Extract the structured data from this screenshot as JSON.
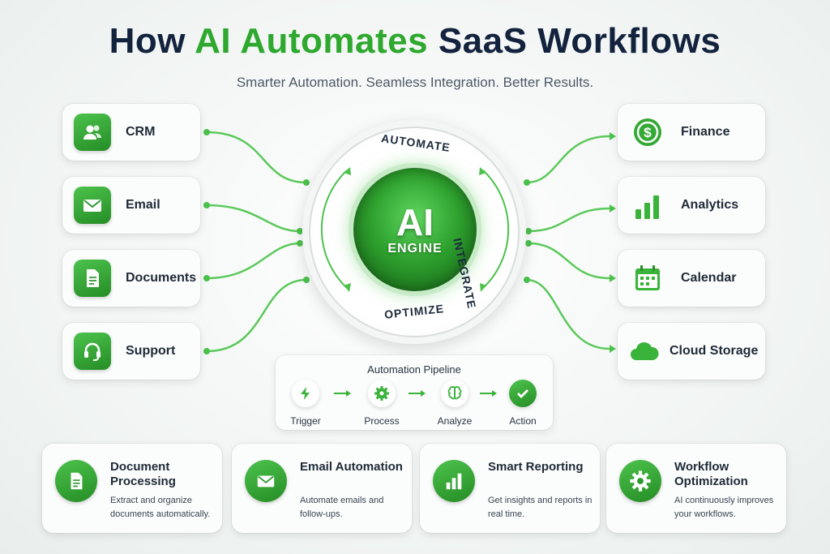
{
  "header": {
    "title_prefix": "How",
    "title_accent": "AI Automates",
    "title_suffix": "SaaS Workflows",
    "subtitle": "Smarter Automation. Seamless Integration. Better Results."
  },
  "colors": {
    "accent": "#2ea82e",
    "title": "#13233d"
  },
  "left_sources": [
    {
      "label": "CRM",
      "icon": "users-icon"
    },
    {
      "label": "Email",
      "icon": "mail-icon"
    },
    {
      "label": "Documents",
      "icon": "document-icon"
    },
    {
      "label": "Support",
      "icon": "headset-icon"
    }
  ],
  "right_targets": [
    {
      "label": "Finance",
      "icon": "dollar-icon"
    },
    {
      "label": "Analytics",
      "icon": "bar-chart-icon"
    },
    {
      "label": "Calendar",
      "icon": "calendar-icon"
    },
    {
      "label": "Cloud Storage",
      "icon": "cloud-icon"
    }
  ],
  "engine": {
    "core_big": "AI",
    "core_small": "ENGINE",
    "ring_words": [
      "AUTOMATE",
      "INTEGRATE",
      "OPTIMIZE"
    ]
  },
  "pipeline": {
    "title": "Automation Pipeline",
    "steps": [
      {
        "label": "Trigger",
        "icon": "lightning-icon"
      },
      {
        "label": "Process",
        "icon": "gear-icon"
      },
      {
        "label": "Analyze",
        "icon": "brain-icon"
      },
      {
        "label": "Action",
        "icon": "check-icon"
      }
    ]
  },
  "features": [
    {
      "title": "Document Processing",
      "desc": "Extract and organize documents automatically.",
      "icon": "document-icon"
    },
    {
      "title": "Email Automation",
      "desc": "Automate emails and follow-ups.",
      "icon": "mail-icon"
    },
    {
      "title": "Smart Reporting",
      "desc": "Get insights and reports in real time.",
      "icon": "bar-chart-icon"
    },
    {
      "title": "Workflow Optimization",
      "desc": "AI continuously improves your workflows.",
      "icon": "gear-icon"
    }
  ]
}
